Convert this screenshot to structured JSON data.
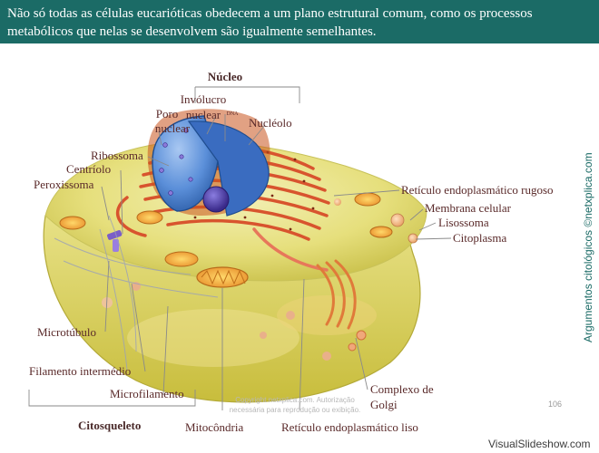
{
  "banner": {
    "line1": "Não só todas as células eucarióticas obedecem a um plano estrutural comum, como os processos",
    "line2": "metabólicos que nelas se desenvolvem são igualmente semelhantes."
  },
  "labels": {
    "nucleo": "Núcleo",
    "involucro_1": "Invólucro",
    "involucro_2": "nuclear",
    "dna": "DNA",
    "poro_1": "Poro",
    "poro_2": "nuclear",
    "nucleolo": "Nucléolo",
    "ribossoma": "Ribossoma",
    "centriolo": "Centríolo",
    "peroxissoma": "Peroxissoma",
    "rer": "Retículo endoplasmático rugoso",
    "membrana": "Membrana celular",
    "lisossoma": "Lisossoma",
    "citoplasma": "Citoplasma",
    "microtubulo": "Microtúbulo",
    "filamento": "Filamento intermédio",
    "microfilamento": "Microfilamento",
    "golgi_1": "Complexo de",
    "golgi_2": "Golgi",
    "citoesqueleto": "Citosqueleto",
    "mitocondria": "Mitocôndria",
    "rel": "Retículo endoplasmático liso"
  },
  "side_text": "Argumentos citológicos ©netxplica.com",
  "copyright": {
    "line1": "Copyright netxplica.com. Autorização",
    "line2": "necessária para reprodução ou exibição."
  },
  "page_number": "106",
  "watermark": "VisualSlideshow.com",
  "colors": {
    "banner": "#1b6b66",
    "label_text": "#5a2a2a",
    "leader": "#8a8a8a",
    "cytoplasm": "#e4df7a",
    "er": "#d8542e",
    "nucleus": "#5a8fd8"
  }
}
